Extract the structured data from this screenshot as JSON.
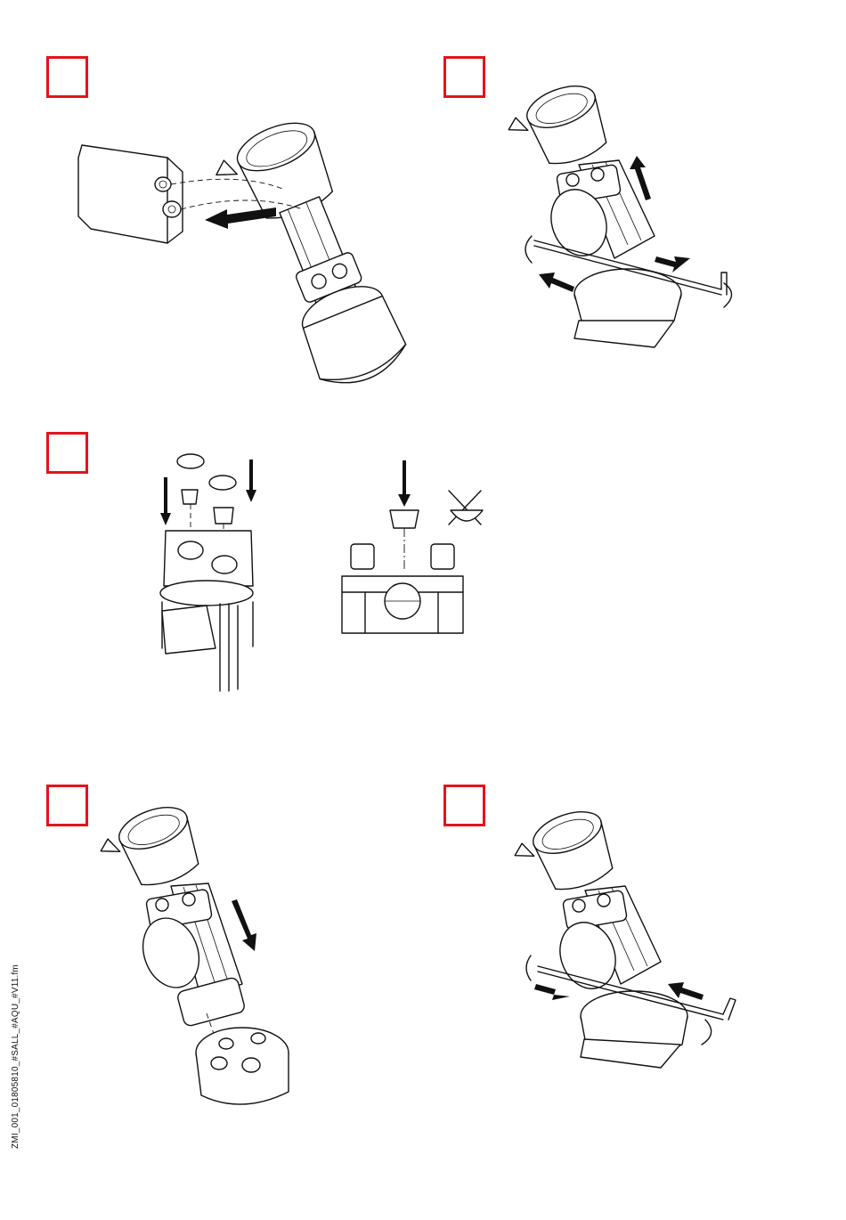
{
  "document": {
    "file_code": "ZMI_001_01805810_#SALL_#AQU_#V11.fm"
  },
  "steps": [
    {
      "id": "step-1",
      "number": ""
    },
    {
      "id": "step-2",
      "number": ""
    },
    {
      "id": "step-3",
      "number": ""
    },
    {
      "id": "step-4",
      "number": ""
    },
    {
      "id": "step-5",
      "number": ""
    }
  ],
  "colors": {
    "step_box_border": "#e3141b",
    "line_art": "#111111",
    "background": "#ffffff"
  },
  "icons": {
    "step_1": "cartridge-removal-illustration",
    "step_2": "hex-key-unscrew-illustration",
    "step_3": "o-ring-insert-illustration",
    "step_3_detail": "valve-seat-orientation-detail",
    "step_4": "cartridge-insert-illustration",
    "step_5": "hex-key-tighten-illustration"
  }
}
